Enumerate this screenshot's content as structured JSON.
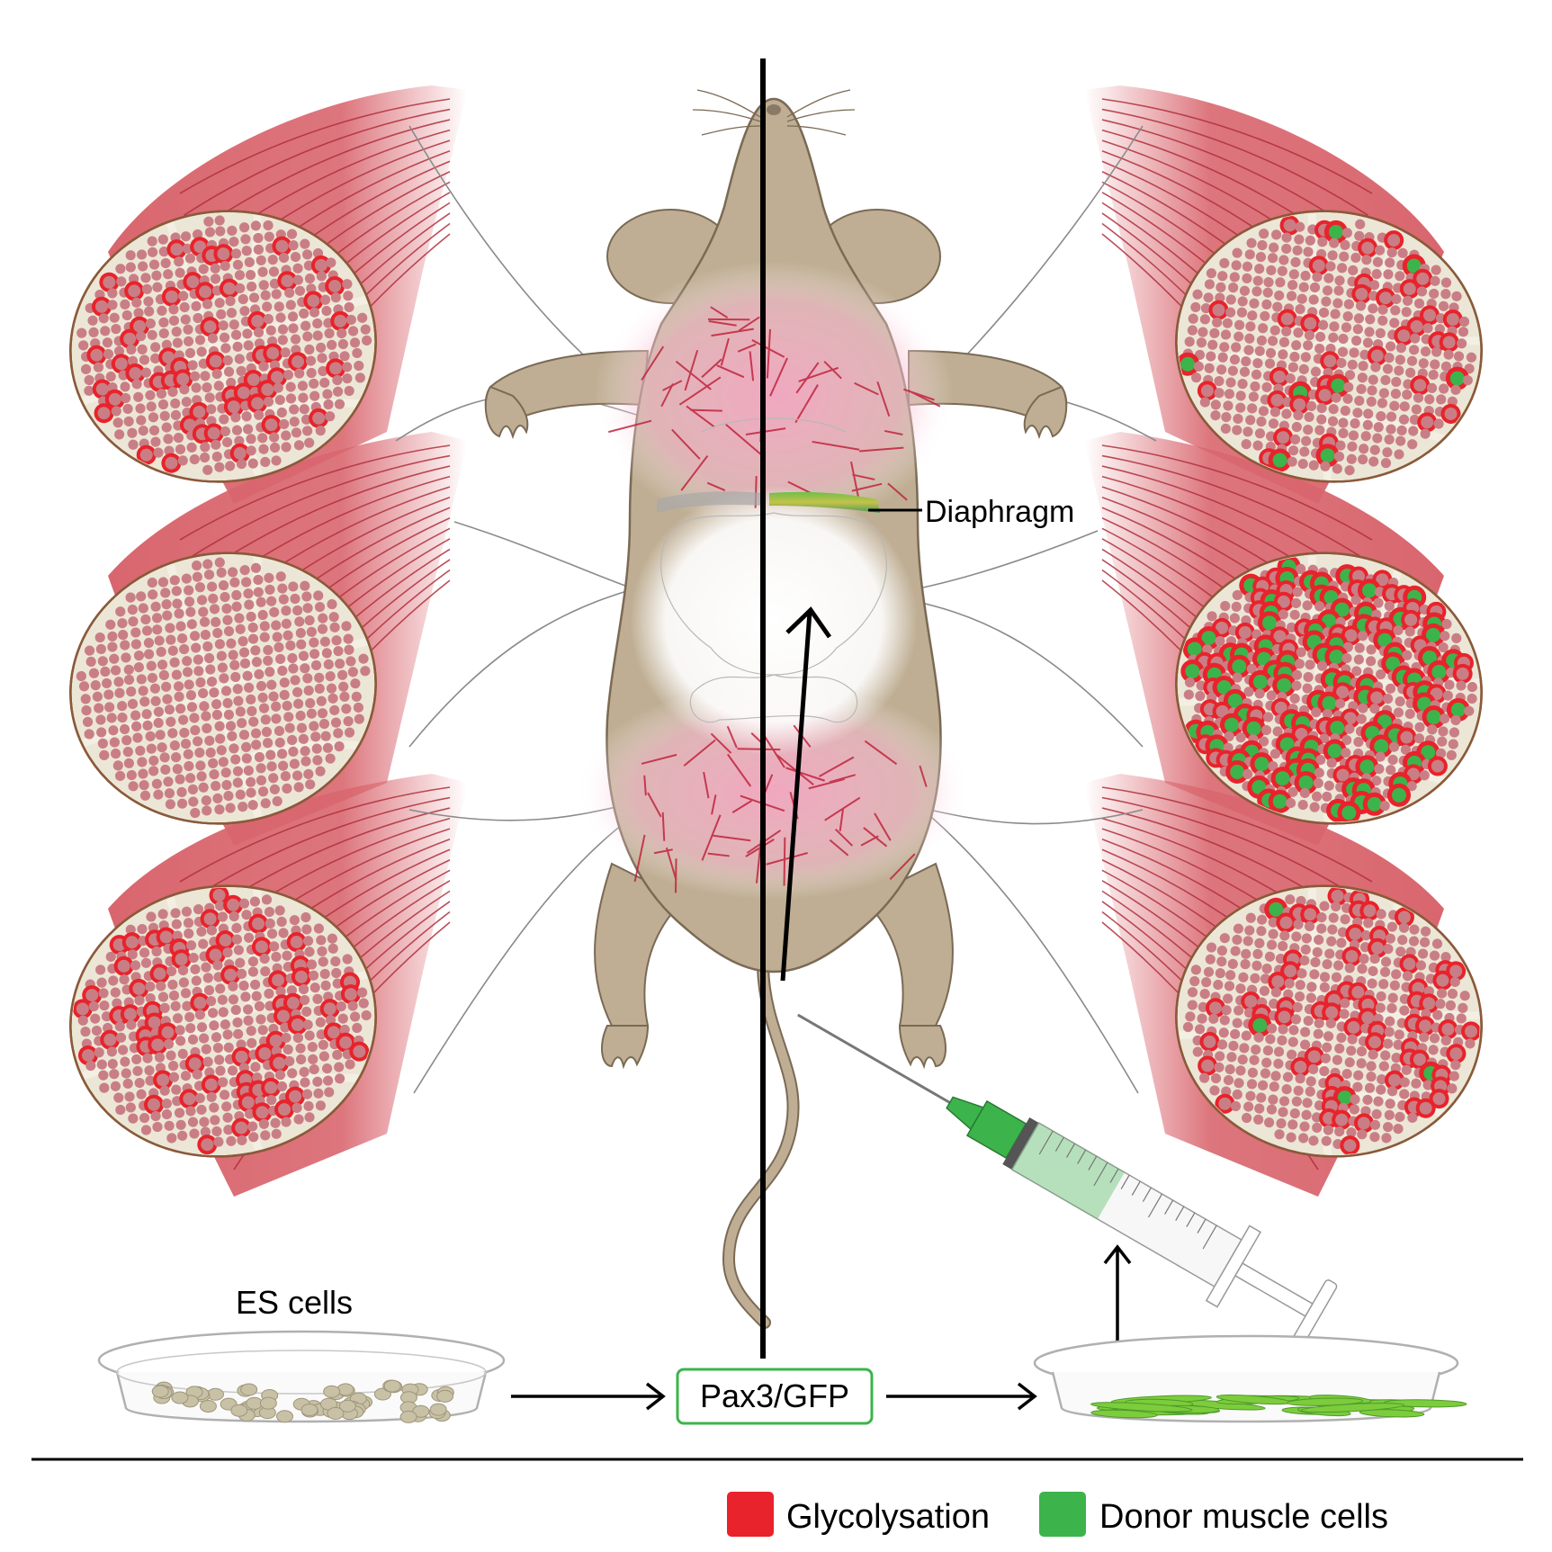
{
  "labels": {
    "diaphragm": "Diaphragm",
    "es_cells": "ES cells",
    "pax3": "Pax3/GFP"
  },
  "legend": {
    "items": [
      {
        "label": "Glycolysation",
        "color": "#e8232b"
      },
      {
        "label": "Donor muscle cells",
        "color": "#3cb44b"
      }
    ]
  },
  "colors": {
    "muscle": "#d9666e",
    "muscle_fiber": "#b0303c",
    "fascicle_bg": "#ece6d6",
    "fiber_fill": "#c97e85",
    "glyco": "#e8232b",
    "donor": "#3cb44b",
    "mouse": "#bfae93",
    "mouse_outline": "#7a6a55",
    "pink_glow": "#f3a7c2"
  }
}
